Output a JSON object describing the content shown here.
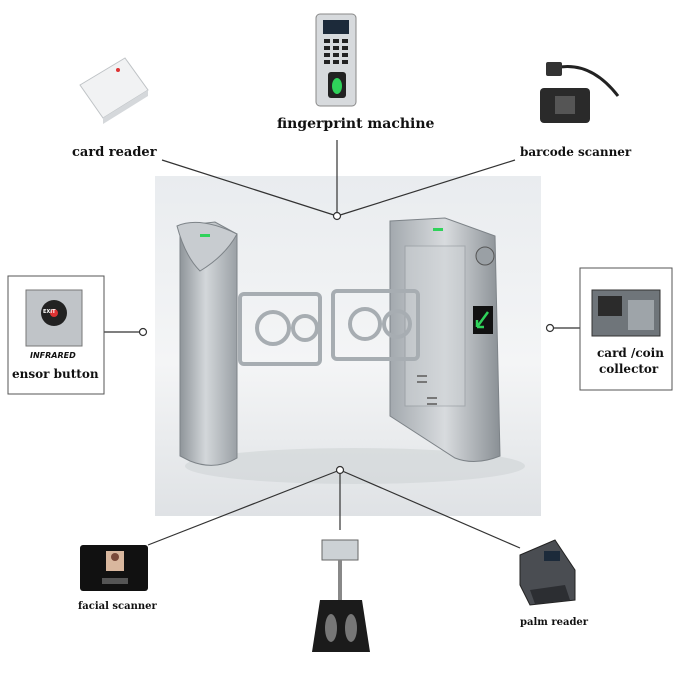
{
  "labels": {
    "fingerprint": "fingerprint machine",
    "card_reader": "card reader",
    "barcode": "barcode scanner",
    "sensor_infrared": "INFRARED",
    "sensor_exit": "EXIT",
    "sensor_button": "ensor button",
    "coin_line1": "card /coin",
    "coin_line2": "collector",
    "facial": "facial scanner",
    "palm": "palm reader"
  },
  "colors": {
    "steel": "#b9bec3",
    "steel_dark": "#8d9398",
    "indicator_green": "#2fd25a",
    "line": "#333333"
  }
}
